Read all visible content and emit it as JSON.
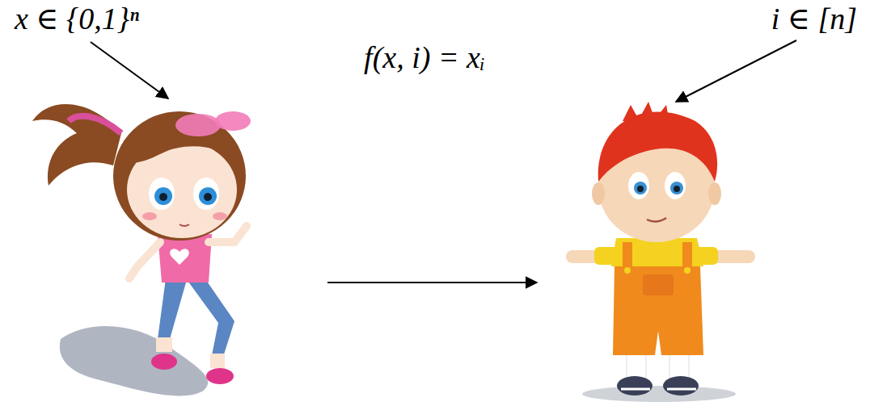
{
  "diagram": {
    "labels": [
      "x ∈ {0,1}ⁿ",
      "f(x, i) = xᵢ",
      "i ∈ [n]"
    ]
  }
}
